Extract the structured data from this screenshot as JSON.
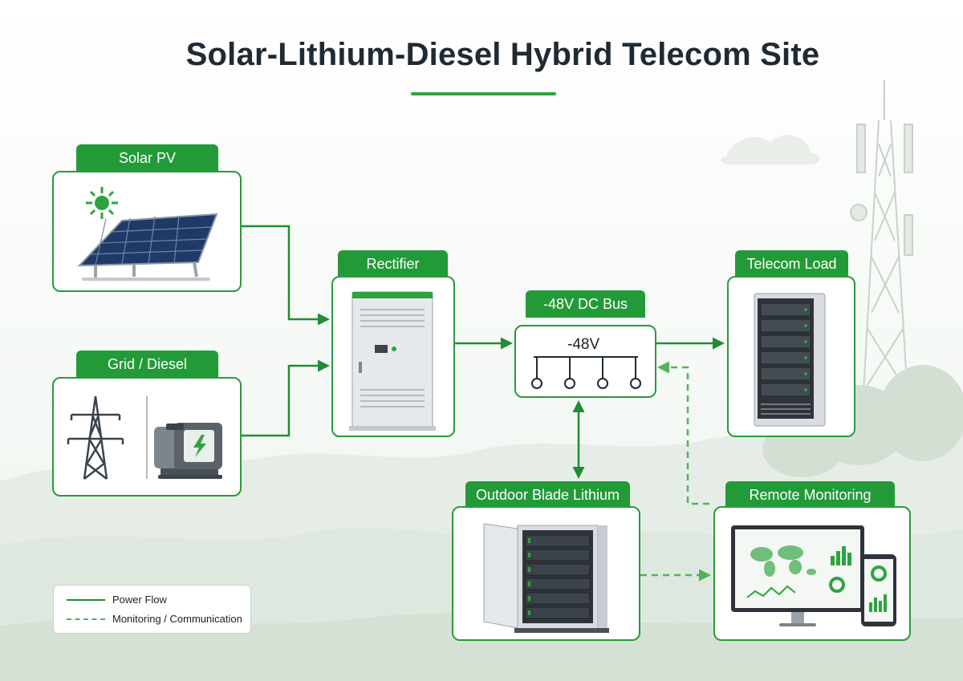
{
  "title": "Solar-Lithium-Diesel Hybrid Telecom Site",
  "nodes": {
    "solar": {
      "label": "Solar PV"
    },
    "grid": {
      "label": "Grid / Diesel"
    },
    "rectifier": {
      "label": "Rectifier"
    },
    "bus": {
      "label": "-48V DC Bus",
      "voltage": "-48V"
    },
    "load": {
      "label": "Telecom Load"
    },
    "battery": {
      "label": "Outdoor Blade Lithium"
    },
    "monitoring": {
      "label": "Remote Monitoring"
    }
  },
  "legend": {
    "power": "Power Flow",
    "monitoring": "Monitoring / Communication"
  },
  "colors": {
    "accent": "#239a38",
    "border": "#2a9a3c",
    "text": "#1f2a33"
  }
}
